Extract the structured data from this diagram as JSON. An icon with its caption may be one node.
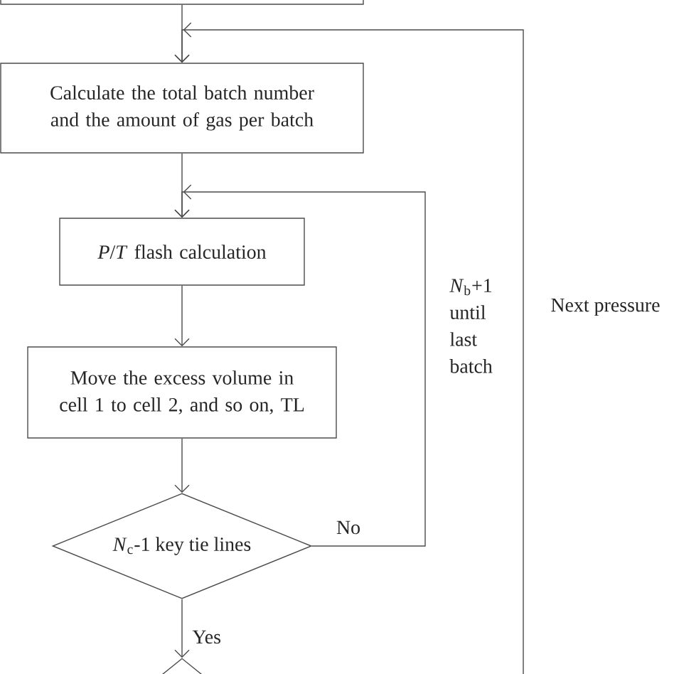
{
  "diagram": {
    "nodes": [
      {
        "text": [],
        "shape": "box"
      },
      {
        "text": [
          "Calculate the total batch number and the amount of gas per batch"
        ]
      },
      {
        "text": [
          "*P*/*T* flash calculation"
        ]
      },
      {
        "text": [
          "Move the excess volume in cell 1 to cell 2, and so on, TL"
        ]
      },
      {
        "text": [
          "*N*$_{c}$-1 key tie lines"
        ]
      },
      {
        "text": [],
        "shape": "diamond"
      }
    ],
    "edges": [
      {
        "from": 0,
        "to": 1,
        "arrow": "to"
      },
      {
        "from": 1,
        "to": 2,
        "arrow": "to"
      },
      {
        "from": 2,
        "to": 3,
        "arrow": "to"
      },
      {
        "from": 3,
        "to": 4,
        "arrow": "to"
      },
      {
        "from": 4,
        "to": 2,
        "arrow": "to",
        "label": "No"
      },
      {
        "from": 4,
        "to": 5,
        "arrow": "to",
        "label": "Yes"
      },
      {
        "from": null,
        "to": 1,
        "arrow": "to",
        "label": "Next pressure"
      }
    ],
    "labels": [
      "*N*$_{b}$+1 until last batch"
    ]
  }
}
